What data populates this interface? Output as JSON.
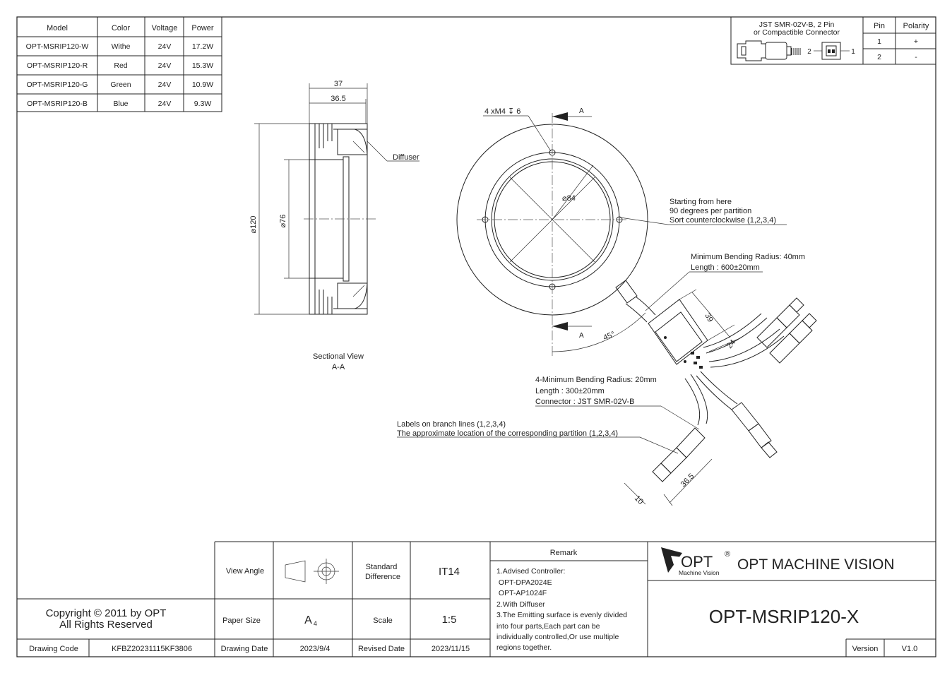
{
  "spec_table": {
    "headers": [
      "Model",
      "Color",
      "Voltage",
      "Power"
    ],
    "rows": [
      [
        "OPT-MSRIP120-W",
        "Withe",
        "24V",
        "17.2W"
      ],
      [
        "OPT-MSRIP120-R",
        "Red",
        "24V",
        "15.3W"
      ],
      [
        "OPT-MSRIP120-G",
        "Green",
        "24V",
        "10.9W"
      ],
      [
        "OPT-MSRIP120-B",
        "Blue",
        "24V",
        "9.3W"
      ]
    ]
  },
  "connector_table": {
    "title_line1": "JST SMR-02V-B, 2 Pin",
    "title_line2": "or Compactible Connector",
    "pin_header": "Pin",
    "polarity_header": "Polarity",
    "rows": [
      [
        "1",
        "+"
      ],
      [
        "2",
        "-"
      ]
    ],
    "label_pin2": "2",
    "label_pin1": "1"
  },
  "section_view": {
    "dim_width_outer": "37",
    "dim_width_inner": "36.5",
    "dim_dia_outer": "120",
    "dim_dia_inner": "76",
    "diffuser_label": "Diffuser",
    "caption_line1": "Sectional View",
    "caption_line2": "A-A"
  },
  "front_view": {
    "holes_label": "4 xM4 ↧ 6",
    "section_mark": "A",
    "dim_dia_pcd": "84",
    "angle_label": "45°",
    "note_partition": [
      "Starting from here",
      "90 degrees per partition",
      "Sort counterclockwise (1,2,3,4)"
    ],
    "note_main_cable": [
      "Minimum Bending Radius: 40mm",
      "Length : 600±20mm"
    ],
    "note_branch": [
      "4-Minimum Bending Radius: 20mm",
      "Length : 300±20mm",
      "Connector : JST SMR-02V-B"
    ],
    "note_labels": [
      "Labels on branch lines (1,2,3,4)",
      "The approximate location of the corresponding partition (1,2,3,4)"
    ],
    "dim_39": "39",
    "dim_24": "24",
    "dim_36_5": "36.5",
    "dim_10": "10"
  },
  "title_block": {
    "copyright_line1": "Copyright © 2011 by OPT",
    "copyright_line2": "All Rights Reserved",
    "drawing_code_label": "Drawing Code",
    "drawing_code": "KFBZ20231115KF3806",
    "view_angle_label": "View Angle",
    "standard_difference_label1": "Standard",
    "standard_difference_label2": "Difference",
    "standard_difference": "IT14",
    "paper_size_label": "Paper Size",
    "paper_size": "A",
    "paper_size_sub": "4",
    "scale_label": "Scale",
    "scale": "1:5",
    "drawing_date_label": "Drawing Date",
    "drawing_date": "2023/9/4",
    "revised_date_label": "Revised Date",
    "revised_date": "2023/11/15",
    "remark_label": "Remark",
    "remarks": [
      "1.Advised Controller:",
      " OPT-DPA2024E",
      " OPT-AP1024F",
      "2.With Diffuser",
      "3.The Emitting surface is evenly divided",
      "into four parts,Each part can be",
      "individually controlled,Or use multiple",
      "regions together."
    ],
    "logo_text": "OPT",
    "logo_reg": "®",
    "logo_sub": "Machine Vision",
    "company": "OPT MACHINE VISION",
    "part_number": "OPT-MSRIP120-X",
    "version_label": "Version",
    "version": "V1.0"
  }
}
